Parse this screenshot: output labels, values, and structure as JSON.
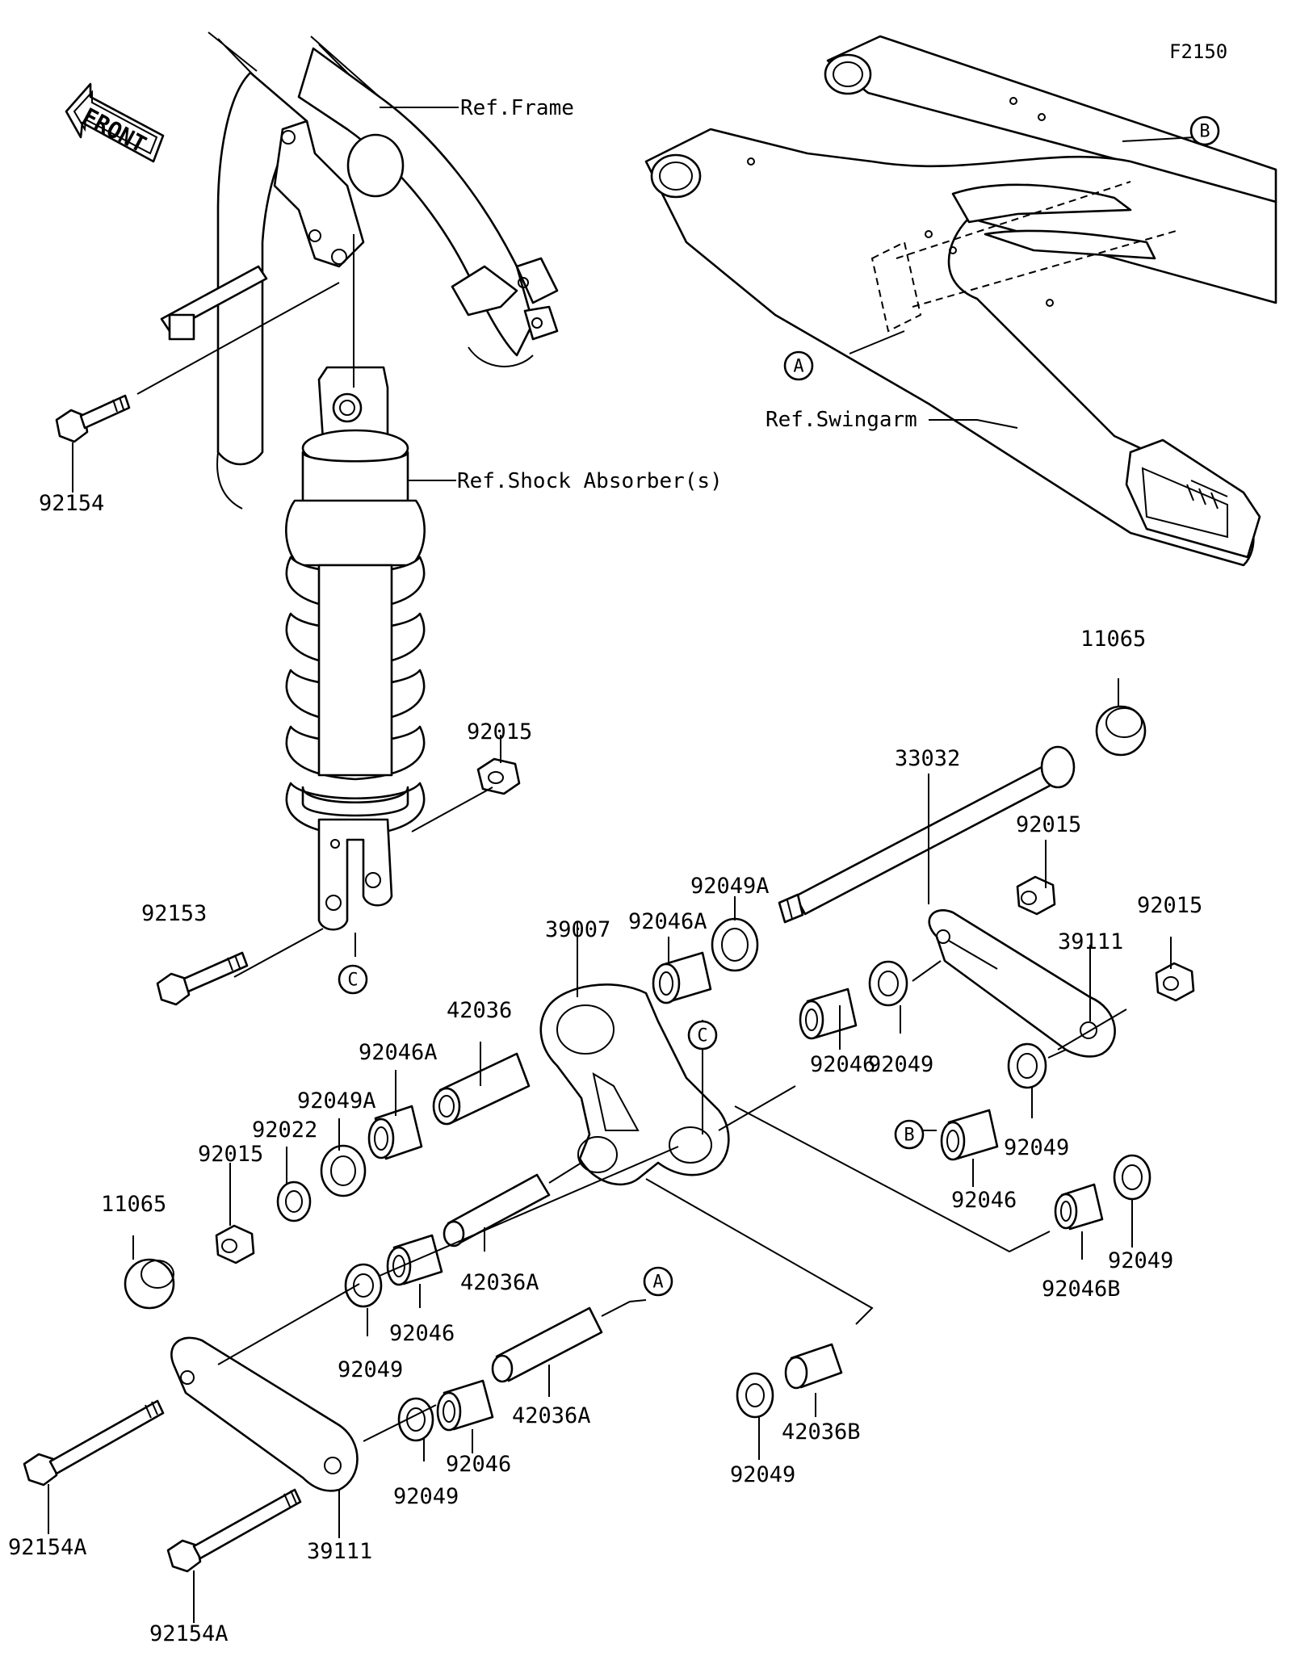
{
  "figure_code": "F2150",
  "front_arrow_label": "FRONT",
  "references": {
    "frame": "Ref.Frame",
    "shock": "Ref.Shock Absorber(s)",
    "swingarm": "Ref.Swingarm"
  },
  "callouts": {
    "a": "A",
    "b": "B",
    "c": "C"
  },
  "part_labels": {
    "p92154": "92154",
    "p11065_top": "11065",
    "p33032": "33032",
    "p92015_mid": "92015",
    "p92015_right": "92015",
    "p92015_shock": "92015",
    "p92153": "92153",
    "p92049A_top": "92049A",
    "p92046A_top": "92046A",
    "p39007": "39007",
    "p39111_right": "39111",
    "p42036": "42036",
    "p92046A_left": "92046A",
    "p92049A_left": "92049A",
    "p92022": "92022",
    "p92015_left": "92015",
    "p11065_left": "11065",
    "p92046_a": "92046",
    "p92049_a": "92049",
    "p92046_b": "92046",
    "p92049_b": "92049",
    "p42036A_a": "42036A",
    "p92046B": "92046B",
    "p92049_c": "92049",
    "p92046_c": "92046",
    "p92049_d": "92049",
    "p42036A_b": "42036A",
    "p92046_d": "92046",
    "p92049_e": "92049",
    "p92049_f": "92049",
    "p42036B": "42036B",
    "p92154A_a": "92154A",
    "p39111_left": "39111",
    "p92154A_b": "92154A"
  }
}
